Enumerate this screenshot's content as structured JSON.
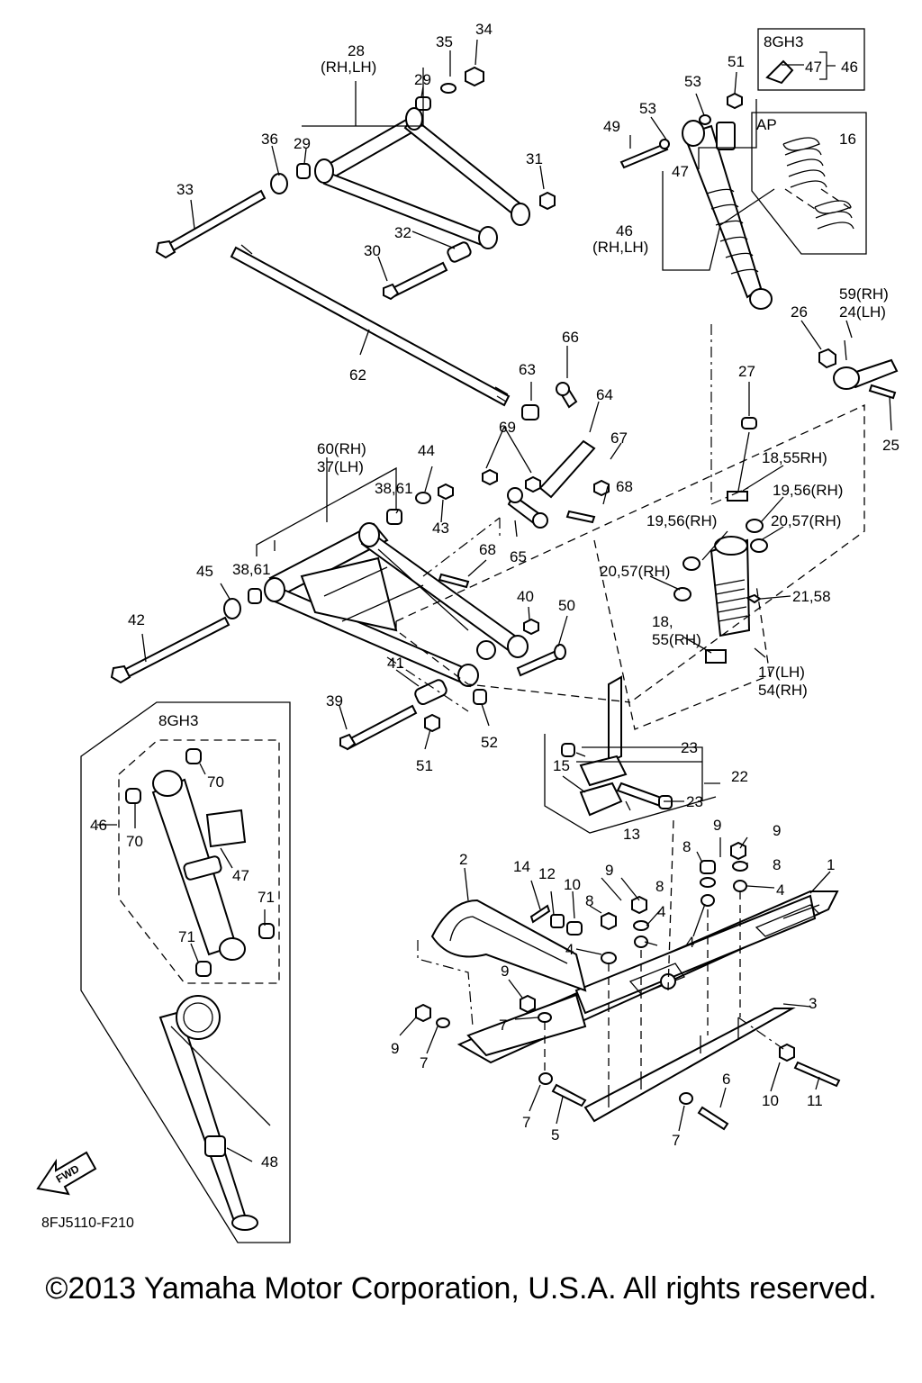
{
  "labels": {
    "l1": "1",
    "l2": "2",
    "l3": "3",
    "l4a": "4",
    "l4b": "4",
    "l4c": "4",
    "l4d": "4",
    "l5": "5",
    "l6": "6",
    "l7a": "7",
    "l7b": "7",
    "l7c": "7",
    "l7d": "7",
    "l8a": "8",
    "l8b": "8",
    "l8c": "8",
    "l8d": "8",
    "l9a": "9",
    "l9b": "9",
    "l9c": "9",
    "l9d": "9",
    "l9e": "9",
    "l10a": "10",
    "l10b": "10",
    "l11": "11",
    "l12": "12",
    "l13": "13",
    "l14": "14",
    "l15": "15",
    "l16": "16",
    "l17": "17(LH)",
    "l54": "54(RH)",
    "l18a": "18,55RH)",
    "l18b": "18,",
    "l55": "55(RH)",
    "l19a": "19,56(RH)",
    "l19b": "19,56(RH)",
    "l20a": "20,57(RH)",
    "l20b": "20,57(RH)",
    "l21": "21,58",
    "l22": "22",
    "l23a": "23",
    "l23b": "23",
    "l24": "24(LH)",
    "l59": "59(RH)",
    "l25": "25",
    "l26": "26",
    "l27": "27",
    "l28": "28",
    "l28s": "(RH,LH)",
    "l29a": "29",
    "l29b": "29",
    "l30": "30",
    "l31": "31",
    "l32": "32",
    "l33": "33",
    "l34": "34",
    "l35": "35",
    "l36": "36",
    "l37": "37(LH)",
    "l60": "60(RH)",
    "l38a": "38,61",
    "l38b": "38,61",
    "l39": "39",
    "l40": "40",
    "l41": "41",
    "l42": "42",
    "l43": "43",
    "l44": "44",
    "l45": "45",
    "l46a": "46",
    "l46s": "(RH,LH)",
    "l46b": "46",
    "l46c": "46",
    "l47a": "47",
    "l47b": "47",
    "l47c": "47",
    "l48": "48",
    "l49": "49",
    "l50": "50",
    "l51a": "51",
    "l51b": "51",
    "l52": "52",
    "l53a": "53",
    "l53b": "53",
    "l62": "62",
    "l63": "63",
    "l64": "64",
    "l65": "65",
    "l66": "66",
    "l67": "67",
    "l68a": "68",
    "l68b": "68",
    "l69": "69",
    "l70a": "70",
    "l70b": "70",
    "l71a": "71",
    "l71b": "71",
    "box8gh3a": "8GH3",
    "box8gh3b": "8GH3",
    "boxap": "AP",
    "fwd": "FWD"
  },
  "diagram_code": "8FJ5110-F210",
  "copyright": "©2013 Yamaha Motor Corporation, U.S.A. All rights reserved."
}
